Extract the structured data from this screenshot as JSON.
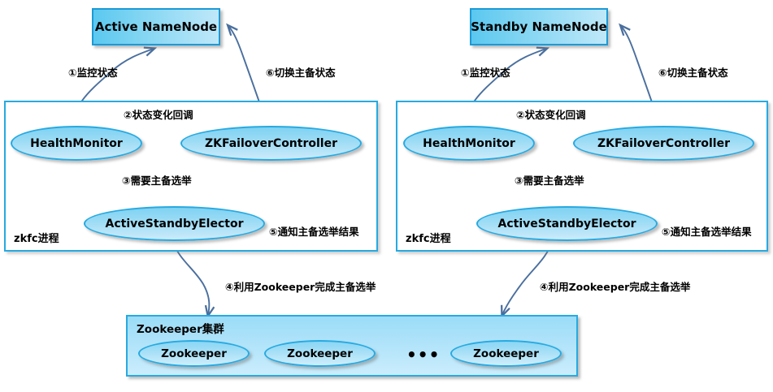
{
  "diagram": {
    "title": "HDFS NameNode HA / ZKFC architecture",
    "colors": {
      "accent_border": "#27AAE1",
      "node_fill_light": "#CBEDFC",
      "node_fill_dark": "#5BC8F0",
      "arrow": "#4A6F9E",
      "text": "#000000"
    }
  },
  "left_cluster": {
    "namenode_label": "Active NameNode",
    "container_label": "zkfc进程",
    "components": [
      {
        "id": "health-monitor",
        "label": "HealthMonitor"
      },
      {
        "id": "zk-failover-controller",
        "label": "ZKFailoverController"
      },
      {
        "id": "active-standby-elector",
        "label": "ActiveStandbyElector"
      }
    ],
    "edges": [
      {
        "id": "edge-1",
        "label": "①监控状态"
      },
      {
        "id": "edge-2",
        "label": "②状态变化回调"
      },
      {
        "id": "edge-3",
        "label": "③需要主备选举"
      },
      {
        "id": "edge-4",
        "label": "④利用Zookeeper完成主备选举"
      },
      {
        "id": "edge-5",
        "label": "⑤通知主备选举结果"
      },
      {
        "id": "edge-6",
        "label": "⑥切换主备状态"
      }
    ]
  },
  "right_cluster": {
    "namenode_label": "Standby NameNode",
    "container_label": "zkfc进程",
    "components": [
      {
        "id": "health-monitor",
        "label": "HealthMonitor"
      },
      {
        "id": "zk-failover-controller",
        "label": "ZKFailoverController"
      },
      {
        "id": "active-standby-elector",
        "label": "ActiveStandbyElector"
      }
    ],
    "edges": [
      {
        "id": "edge-1",
        "label": "①监控状态"
      },
      {
        "id": "edge-2",
        "label": "②状态变化回调"
      },
      {
        "id": "edge-3",
        "label": "③需要主备选举"
      },
      {
        "id": "edge-4",
        "label": "④利用Zookeeper完成主备选举"
      },
      {
        "id": "edge-5",
        "label": "⑤通知主备选举结果"
      },
      {
        "id": "edge-6",
        "label": "⑥切换主备状态"
      }
    ]
  },
  "zookeeper_cluster": {
    "label": "Zookeeper集群",
    "nodes": [
      {
        "id": "zk-1",
        "label": "Zookeeper"
      },
      {
        "id": "zk-2",
        "label": "Zookeeper"
      },
      {
        "id": "zk-3",
        "label": "Zookeeper"
      }
    ],
    "ellipsis": "•••"
  }
}
